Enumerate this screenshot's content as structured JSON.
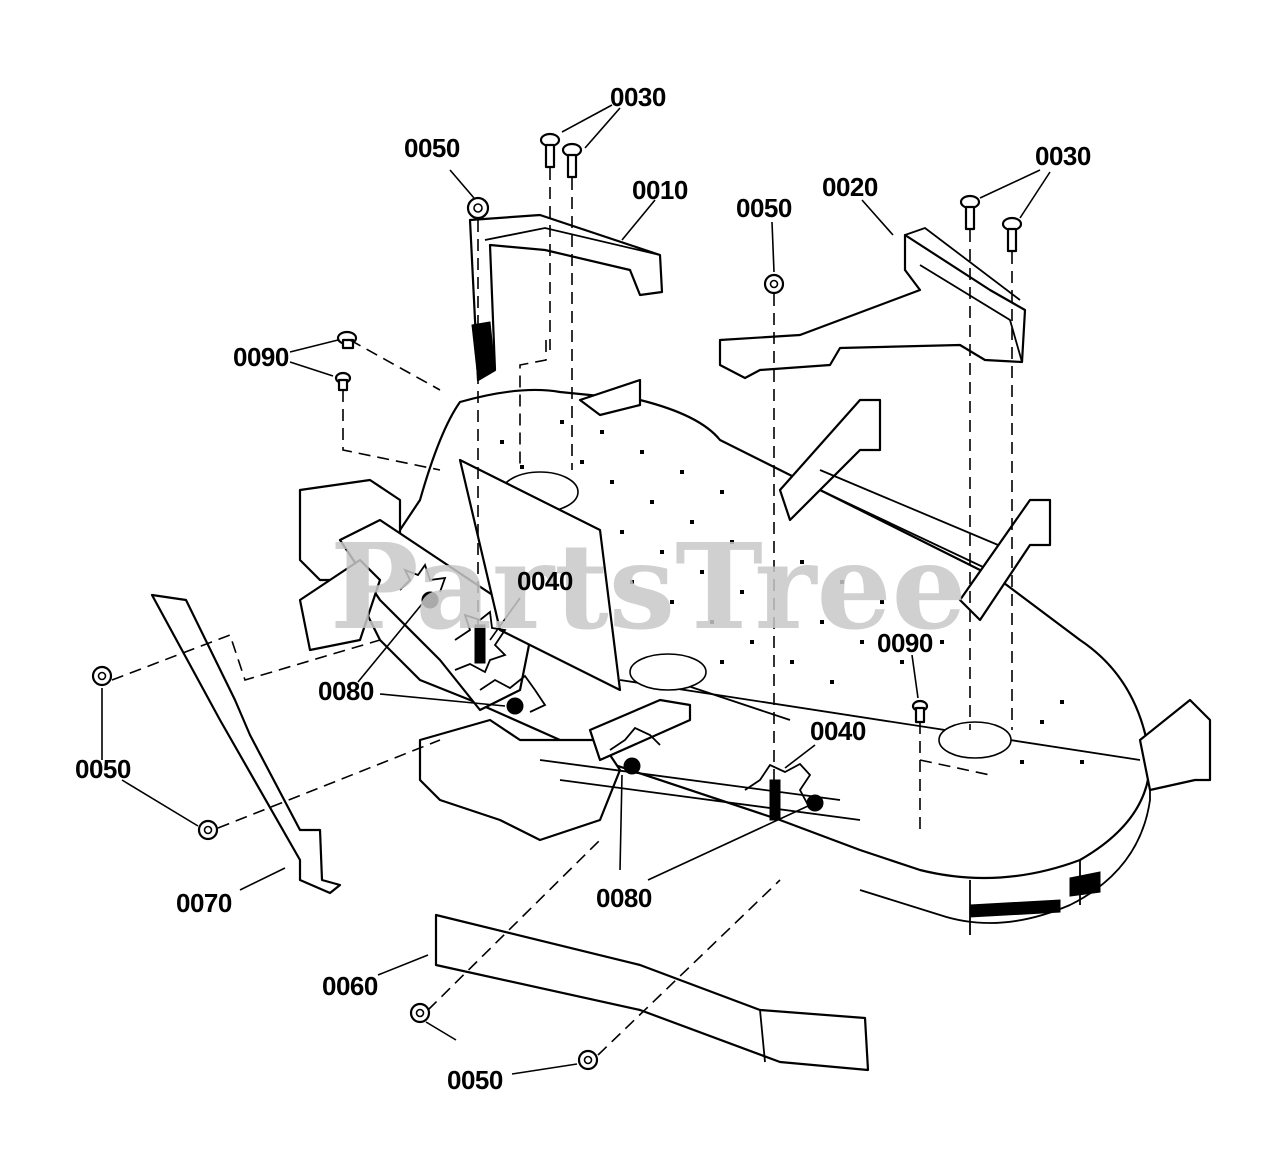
{
  "watermark": "PartsTree",
  "callouts": [
    {
      "id": "c-0030-top",
      "label": "0030"
    },
    {
      "id": "c-0050-top",
      "label": "0050"
    },
    {
      "id": "c-0010",
      "label": "0010"
    },
    {
      "id": "c-0020",
      "label": "0020"
    },
    {
      "id": "c-0050-mid",
      "label": "0050"
    },
    {
      "id": "c-0030-right",
      "label": "0030"
    },
    {
      "id": "c-0090-left",
      "label": "0090"
    },
    {
      "id": "c-0040-left",
      "label": "0040"
    },
    {
      "id": "c-0080-left",
      "label": "0080"
    },
    {
      "id": "c-0090-right",
      "label": "0090"
    },
    {
      "id": "c-0040-right",
      "label": "0040"
    },
    {
      "id": "c-0050-left",
      "label": "0050"
    },
    {
      "id": "c-0080-bottom",
      "label": "0080"
    },
    {
      "id": "c-0070",
      "label": "0070"
    },
    {
      "id": "c-0060",
      "label": "0060"
    },
    {
      "id": "c-0050-bottom",
      "label": "0050"
    }
  ]
}
